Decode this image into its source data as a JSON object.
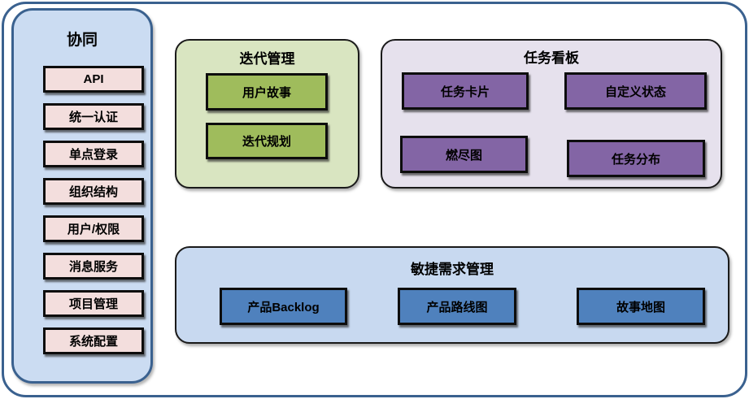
{
  "diagram_title_implicit": "",
  "colors": {
    "frame_border": "#3a618f",
    "sidebar_bg": "#cbdcf2",
    "sidebar_chip_bg": "#f3dedd",
    "iteration_bg": "#d9e5c1",
    "iteration_chip_bg": "#9fbc5c",
    "kanban_bg": "#e6e1ed",
    "kanban_chip_bg": "#8365a5",
    "requirements_bg": "#c8d9f0",
    "requirements_chip_bg": "#4f81bd",
    "chip_border": "#0d0d0d",
    "text": "#000000"
  },
  "sidebar": {
    "title": "协同",
    "items": [
      "API",
      "统一认证",
      "单点登录",
      "组织结构",
      "用户/权限",
      "消息服务",
      "项目管理",
      "系统配置"
    ]
  },
  "sections": {
    "iteration": {
      "title": "迭代管理",
      "items": [
        "用户故事",
        "迭代规划"
      ]
    },
    "kanban": {
      "title": "任务看板",
      "items": [
        "任务卡片",
        "自定义状态",
        "燃尽图",
        "任务分布"
      ]
    },
    "requirements": {
      "title": "敏捷需求管理",
      "items": [
        "产品Backlog",
        "产品路线图",
        "故事地图"
      ]
    }
  }
}
